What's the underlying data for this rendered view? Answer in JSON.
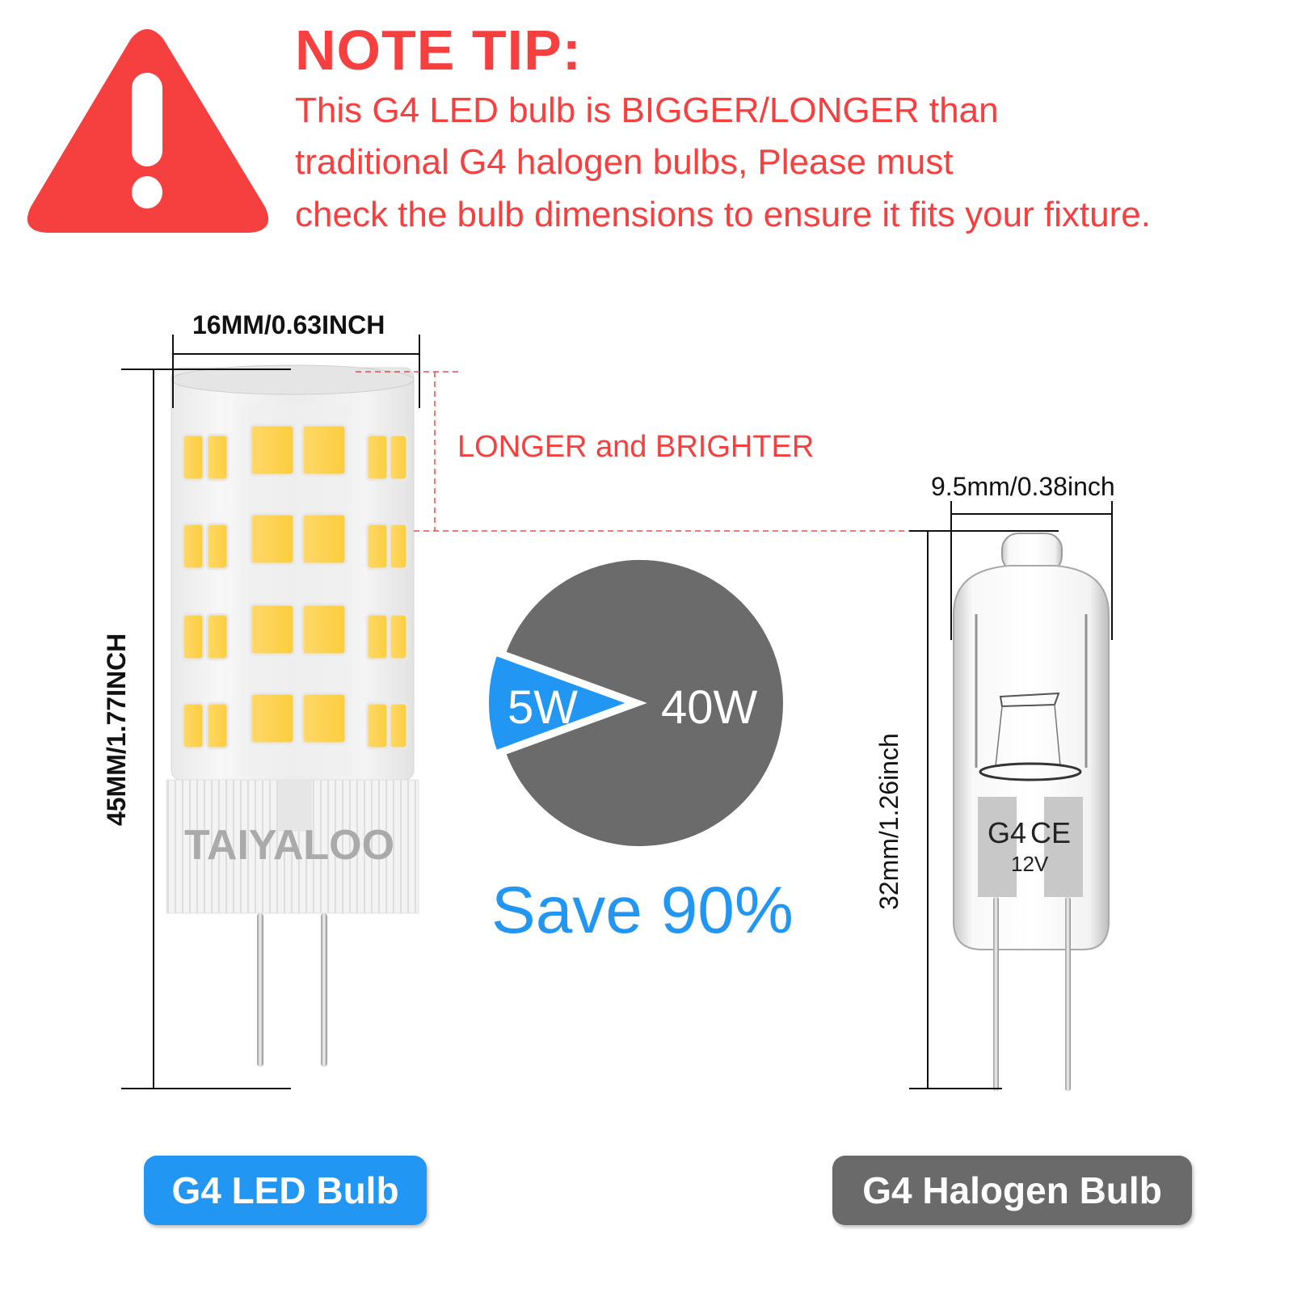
{
  "header": {
    "title": "NOTE TIP:",
    "lines": [
      "This G4 LED bulb is BIGGER/LONGER than",
      "traditional G4 halogen bulbs, Please must",
      "check the bulb dimensions to ensure it fits your fixture."
    ],
    "icon": "warning-triangle-icon"
  },
  "led_bulb": {
    "width_label": "16MM/0.63INCH",
    "height_label": "45MM/1.77INCH",
    "watermark": "TAIYALOO",
    "badge": "G4 LED Bulb"
  },
  "halogen_bulb": {
    "width_label": "9.5mm/0.38inch",
    "height_label": "32mm/1.26inch",
    "print_model": "G4",
    "print_mark": "CE",
    "print_voltage": "12V",
    "badge": "G4 Halogen Bulb"
  },
  "comparison": {
    "longer_label": "LONGER and BRIGHTER",
    "save_label": "Save 90%"
  },
  "chart_data": {
    "type": "pie",
    "title": "",
    "slices": [
      {
        "label": "5W",
        "value": 5,
        "color": "#2196f3",
        "exploded": true
      },
      {
        "label": "40W",
        "value": 40,
        "color": "#6b6b6b",
        "exploded": false
      }
    ]
  },
  "colors": {
    "accent_red": "#f6403f",
    "accent_blue": "#2196f3",
    "neutral_gray": "#6b6b6b",
    "led_chip": "#fdd24e"
  }
}
